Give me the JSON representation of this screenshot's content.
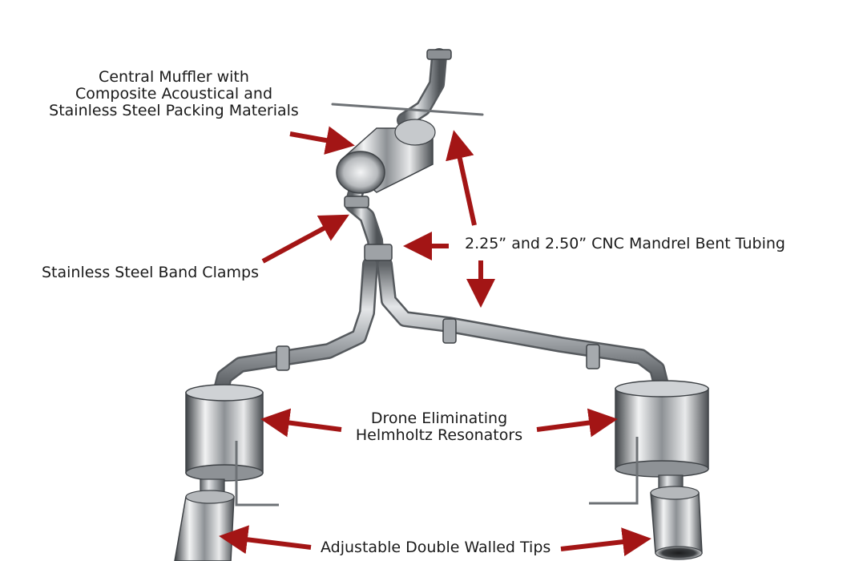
{
  "labels": {
    "central_muffler": [
      "Central Muffler with",
      "Composite Acoustical and",
      "Stainless Steel Packing Materials"
    ],
    "band_clamps": "Stainless Steel Band Clamps",
    "tubing": "2.25” and 2.50” CNC Mandrel Bent Tubing",
    "resonators": [
      "Drone Eliminating",
      "Helmholtz Resonators"
    ],
    "tips": "Adjustable Double Walled Tips"
  },
  "colors": {
    "arrow": "#a31515",
    "steel_dark": "#6b6f73",
    "steel_light": "#d9dcdf",
    "text": "#1a1a1a"
  }
}
